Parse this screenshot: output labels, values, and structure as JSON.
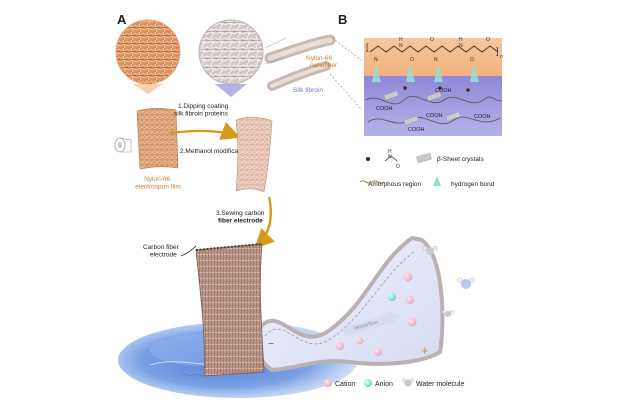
{
  "panel_a": {
    "label": "A",
    "steps": {
      "step1_line1": "1.Dipping coating",
      "step1_line2": "silk fibroin proteins",
      "step2": "2.Methanol modification",
      "step3_line1": "3.Sewing carbon",
      "step3_line2": "fiber electrode"
    },
    "film_label_line1": "Nylon-66",
    "film_label_line2": "electrospun film",
    "nanofiber_label_line1": "Nylon-66",
    "nanofiber_label_line2": "nanofiber",
    "silk_label": "Silk fibroin",
    "electrode_label_line1": "Carbon fiber",
    "electrode_label_line2": "electrode",
    "waterflow_label": "Waterflow",
    "plus_sign": "+",
    "minus_sign": "−"
  },
  "panel_b": {
    "label": "B",
    "chain_atoms": {
      "h": "H",
      "n": "N",
      "o": "O",
      "n_sub": "n"
    },
    "cooh": "COOH",
    "legend": {
      "beta_sheet": "β-Sheet crystals",
      "amorphous": "Amorphous region",
      "hbond": "hydrogen bond"
    }
  },
  "ion_legend": {
    "cation": "Cation",
    "anion": "Anion",
    "water": "Water molecule"
  },
  "colors": {
    "nylon_orange": "#c8824a",
    "silk_purple": "#7d74c9",
    "arrow_gold": "#d59a1a",
    "cation_pink": "#f2bcd0",
    "anion_teal": "#7fe0cf",
    "water_blue": "#6fa8dc"
  }
}
